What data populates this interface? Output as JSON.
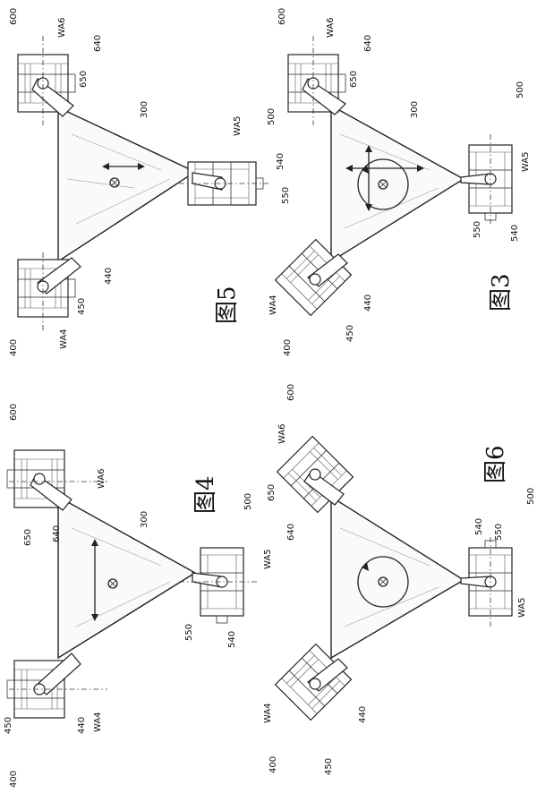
{
  "figures": [
    {
      "id": "fig5",
      "caption": "图5",
      "labels": {
        "module_a": "400",
        "axis_a": "WA4",
        "motor_a": "440",
        "sensor_a": "450",
        "module_b": "500",
        "axis_b": "WA5",
        "motor_b": "540",
        "sensor_b": "550",
        "module_c": "600",
        "axis_c": "WA6",
        "motor_c": "640",
        "sensor_c": "650",
        "frame": "300"
      }
    },
    {
      "id": "fig3",
      "caption": "图3",
      "labels": {
        "module_a": "400",
        "axis_a": "WA4",
        "motor_a": "440",
        "sensor_a": "450",
        "module_b": "500",
        "axis_b": "WA5",
        "motor_b": "540",
        "sensor_b": "550",
        "module_c": "600",
        "axis_c": "WA6",
        "motor_c": "640",
        "sensor_c": "650",
        "frame": "300"
      }
    },
    {
      "id": "fig4",
      "caption": "图4",
      "labels": {
        "module_a": "400",
        "axis_a": "WA4",
        "motor_a": "440",
        "sensor_a": "450",
        "module_b": "500",
        "axis_b": "WA5",
        "motor_b": "540",
        "sensor_b": "550",
        "module_c": "600",
        "axis_c": "WA6",
        "motor_c": "640",
        "sensor_c": "650",
        "frame": "300"
      }
    },
    {
      "id": "fig6",
      "caption": "图6",
      "labels": {
        "module_a": "400",
        "axis_a": "WA4",
        "motor_a": "440",
        "sensor_a": "450",
        "module_b": "500",
        "axis_b": "WA5",
        "motor_b": "540",
        "sensor_b": "550",
        "module_c": "600",
        "axis_c": "WA6",
        "motor_c": "640",
        "sensor_c": "650"
      }
    }
  ]
}
